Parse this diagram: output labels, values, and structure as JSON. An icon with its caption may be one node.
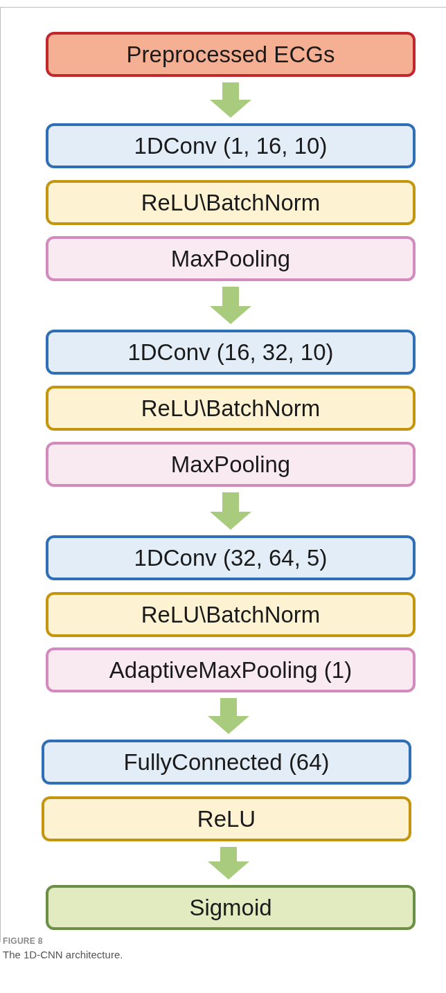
{
  "diagram": {
    "caption": "The 1D-CNN architecture.",
    "nodes": [
      {
        "text": [
          "Preprocessed ECGs"
        ]
      },
      {
        "text": [
          "1DConv (1, 16, 10)"
        ]
      },
      {
        "text": [
          "ReLU\\BatchNorm"
        ]
      },
      {
        "text": [
          "MaxPooling"
        ]
      },
      {
        "text": [
          "1DConv (16, 32, 10)"
        ]
      },
      {
        "text": [
          "ReLU\\BatchNorm"
        ]
      },
      {
        "text": [
          "MaxPooling"
        ]
      },
      {
        "text": [
          "1DConv (32, 64, 5)"
        ]
      },
      {
        "text": [
          "ReLU\\BatchNorm"
        ]
      },
      {
        "text": [
          "AdaptiveMaxPooling (1)"
        ]
      },
      {
        "text": [
          "FullyConnected (64)"
        ]
      },
      {
        "text": [
          "ReLU"
        ]
      },
      {
        "text": [
          "Sigmoid"
        ]
      }
    ],
    "edges": [
      {
        "from": 0,
        "to": 1,
        "arrow": "to"
      },
      {
        "from": 3,
        "to": 4,
        "arrow": "to"
      },
      {
        "from": 6,
        "to": 7,
        "arrow": "to"
      },
      {
        "from": 9,
        "to": 10,
        "arrow": "to"
      },
      {
        "from": 11,
        "to": 12,
        "arrow": "to"
      }
    ],
    "labels": [
      "FIGURE 8"
    ]
  }
}
